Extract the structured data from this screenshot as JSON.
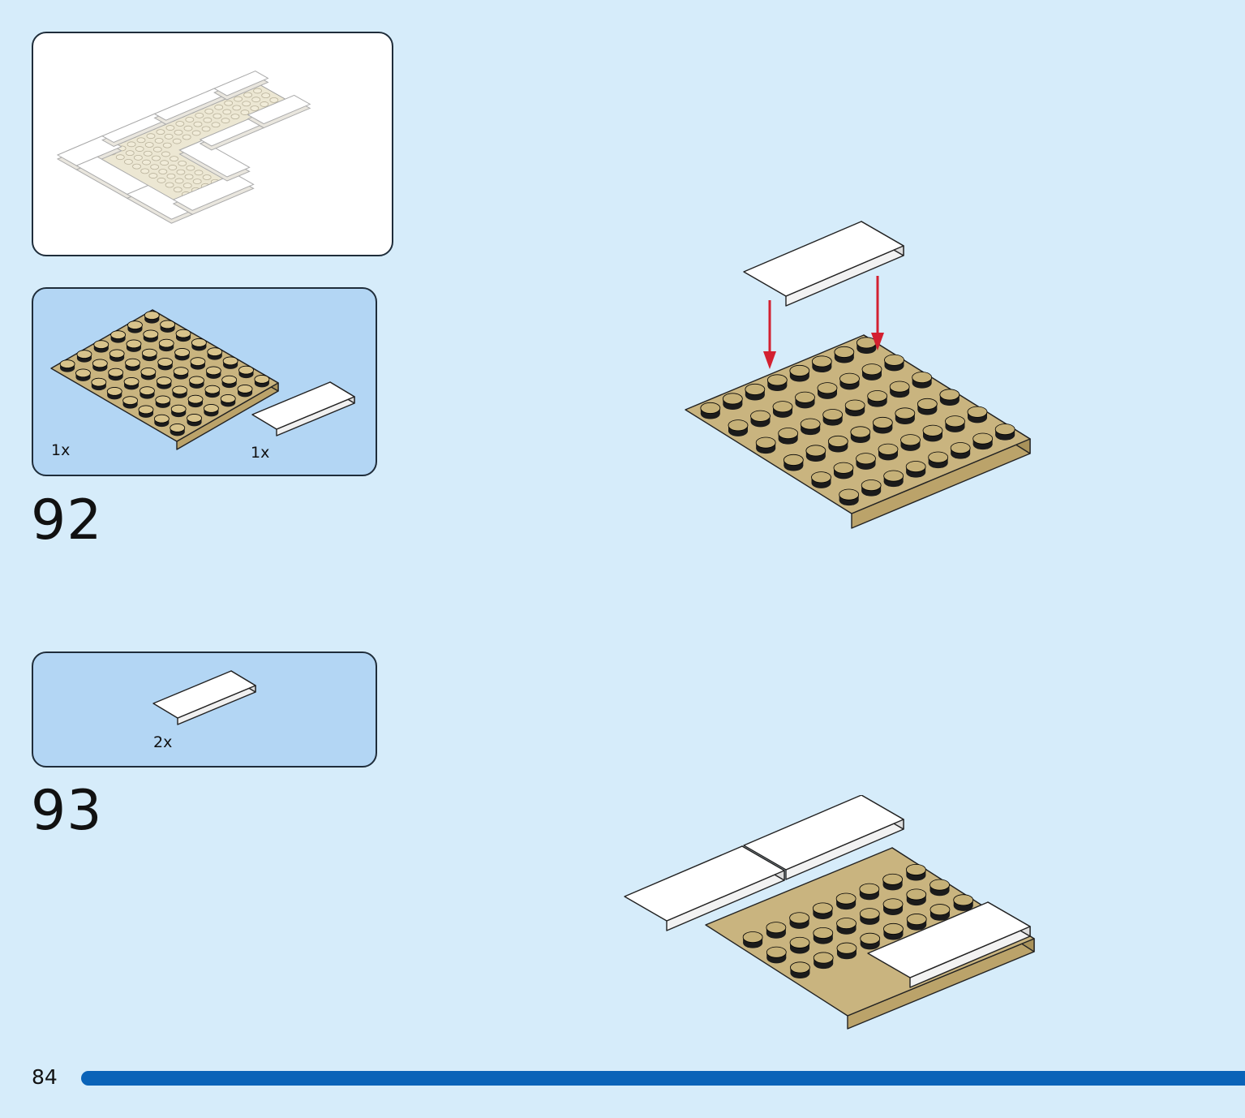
{
  "overview": {
    "name": "previous-build-overview"
  },
  "steps": [
    {
      "number": "92",
      "parts": [
        {
          "part": "tan 6x8 plate",
          "qty": "1x",
          "color": "#c9b47f"
        },
        {
          "part": "white 2x4 tile",
          "qty": "1x",
          "color": "#ffffff"
        }
      ],
      "arrow_color": "#d32030"
    },
    {
      "number": "93",
      "parts": [
        {
          "part": "white 2x4 tile",
          "qty": "2x",
          "color": "#ffffff"
        }
      ]
    }
  ],
  "footer": {
    "page_number": "84",
    "bar_color": "#0a63b8"
  },
  "colors": {
    "background": "#d6ecfa",
    "parts_panel": "#b3d6f4",
    "tan": "#c9b47f",
    "stud_dark": "#1b1b1b"
  }
}
